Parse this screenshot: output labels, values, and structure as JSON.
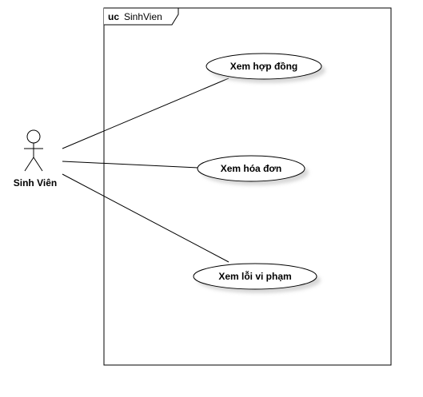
{
  "diagram": {
    "frame": {
      "keyword": "uc",
      "name": "SinhVien"
    },
    "actor": {
      "name": "Sinh Viên"
    },
    "use_cases": [
      {
        "label": "Xem hợp đồng"
      },
      {
        "label": "Xem hóa đơn"
      },
      {
        "label": "Xem lỗi vi phạm"
      }
    ]
  }
}
